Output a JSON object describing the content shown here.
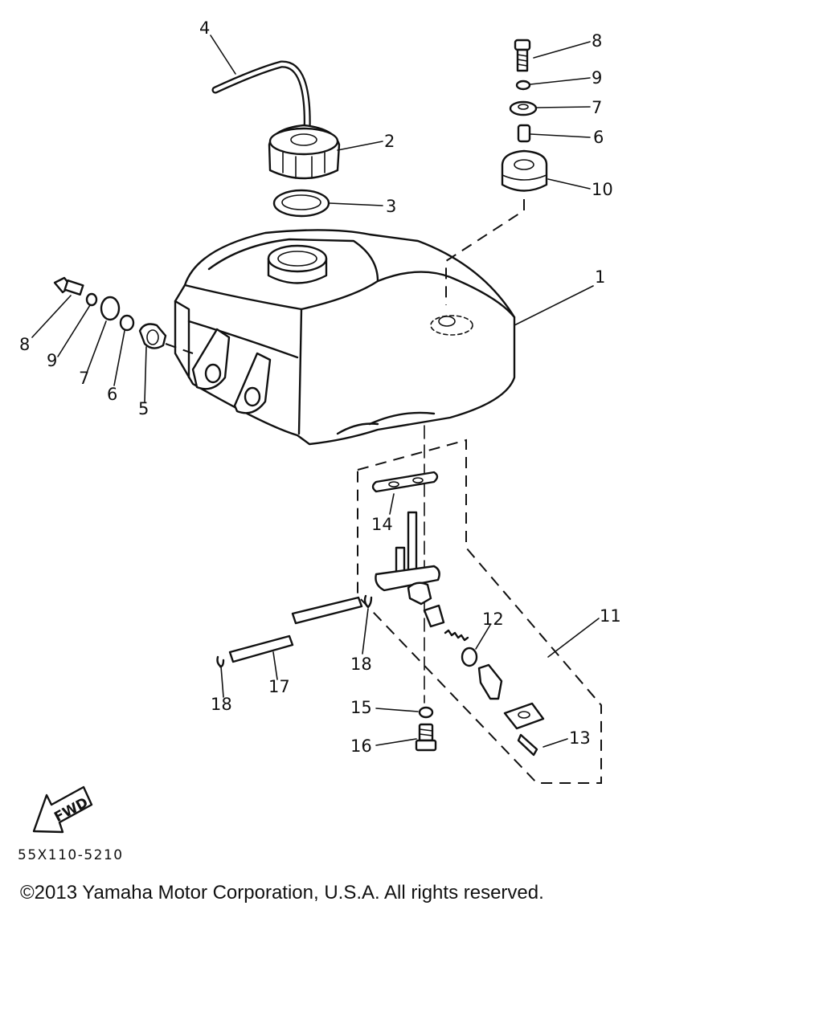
{
  "diagram": {
    "callouts": [
      {
        "id": "c1",
        "label": "1"
      },
      {
        "id": "c2",
        "label": "2"
      },
      {
        "id": "c3",
        "label": "3"
      },
      {
        "id": "c4",
        "label": "4"
      },
      {
        "id": "c5",
        "label": "5"
      },
      {
        "id": "c6r",
        "label": "6"
      },
      {
        "id": "c6l",
        "label": "6"
      },
      {
        "id": "c7r",
        "label": "7"
      },
      {
        "id": "c7l",
        "label": "7"
      },
      {
        "id": "c8r",
        "label": "8"
      },
      {
        "id": "c8l",
        "label": "8"
      },
      {
        "id": "c9r",
        "label": "9"
      },
      {
        "id": "c9l",
        "label": "9"
      },
      {
        "id": "c10",
        "label": "10"
      },
      {
        "id": "c11",
        "label": "11"
      },
      {
        "id": "c12",
        "label": "12"
      },
      {
        "id": "c13",
        "label": "13"
      },
      {
        "id": "c14",
        "label": "14"
      },
      {
        "id": "c15",
        "label": "15"
      },
      {
        "id": "c16",
        "label": "16"
      },
      {
        "id": "c17",
        "label": "17"
      },
      {
        "id": "c18a",
        "label": "18"
      },
      {
        "id": "c18b",
        "label": "18"
      }
    ],
    "fwd_label": "FWD",
    "part_code": "55X110-5210"
  },
  "footer": {
    "copyright": "©2013 Yamaha Motor Corporation, U.S.A. All rights reserved."
  }
}
